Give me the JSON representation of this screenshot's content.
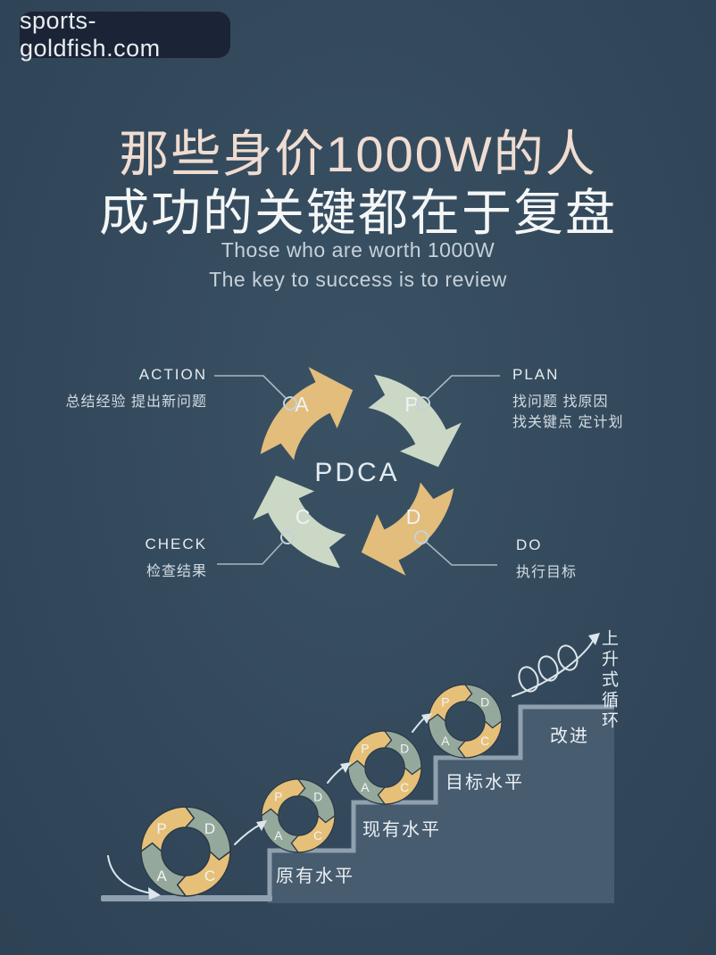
{
  "badge": {
    "label": "sports-goldfish.com"
  },
  "header": {
    "title_line1": "那些身价1000W的人",
    "title_line2": "成功的关键都在于复盘",
    "subtitle_line1": "Those who are worth 1000W",
    "subtitle_line2": "The key to success is to review"
  },
  "pdca": {
    "center_label": "PDCA",
    "nodes": [
      {
        "key": "A",
        "title": "ACTION",
        "desc": "总结经验 提出新问题"
      },
      {
        "key": "P",
        "title": "PLAN",
        "desc": "找问题  找原因",
        "desc2": "找关键点 定计划"
      },
      {
        "key": "C",
        "title": "CHECK",
        "desc": "检查结果"
      },
      {
        "key": "D",
        "title": "DO",
        "desc": "执行目标"
      }
    ]
  },
  "stairs": {
    "wheel_letters": [
      "P",
      "D",
      "A",
      "C"
    ],
    "labels": [
      "原有水平",
      "现有水平",
      "目标水平",
      "改进"
    ],
    "spiral_label": "上升式循环"
  },
  "colors": {
    "background": "#33495b",
    "badge_bg": "#1a2436",
    "title_warm": "#f0dcd1",
    "title_white": "#f4f6f6",
    "arrow_gold": "#e3bd7c",
    "arrow_sage": "#cbd8c6",
    "wheel_gold": "#e6c078",
    "wheel_sage": "#95a89c",
    "stair_fill": "#485c6f",
    "stair_border": "#8fa0af",
    "text_light": "#eaf0f4"
  }
}
